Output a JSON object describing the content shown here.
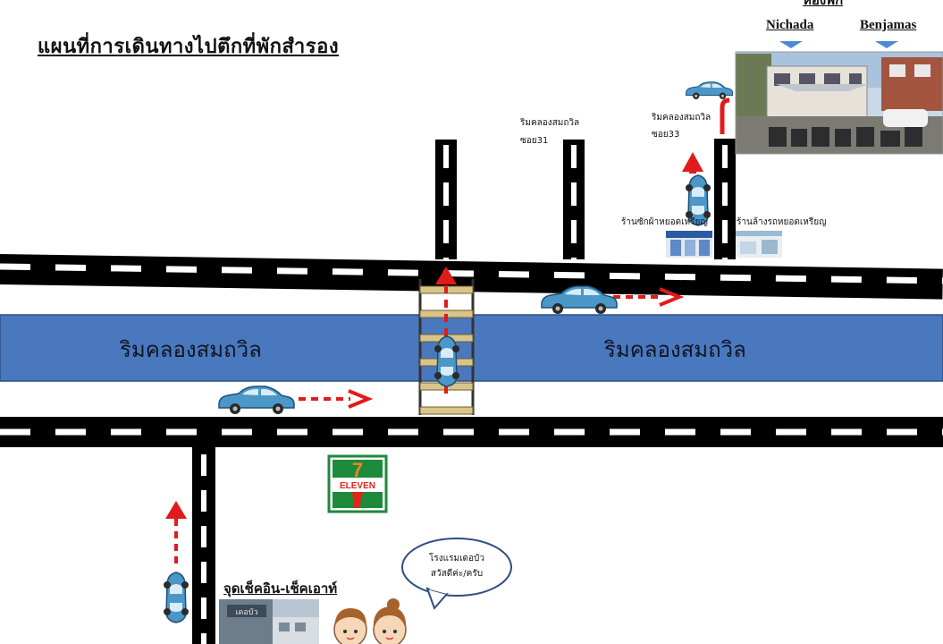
{
  "map": {
    "title": "แผนที่การเดินทางไปตึกที่พักสำรอง",
    "building_label": "ห้องพัก",
    "names": {
      "left": "Nichada",
      "right": "Benjamas"
    },
    "soi31": {
      "line1": "ริมคลองสมถวิล",
      "line2": "ซอย31"
    },
    "soi33": {
      "line1": "ริมคลองสมถวิล",
      "line2": "ซอย33"
    },
    "shops": {
      "left": "ร้านซักผ้าหยอดเหรียญ",
      "right": "ร้านล้างรถหยอดเหรียญ"
    },
    "canal": {
      "left": "ริมคลองสมถวิล",
      "right": "ริมคลองสมถวิล"
    },
    "store_logo": {
      "top": "7",
      "middle": "ELEVEN"
    },
    "checkin_label": "จุดเช็คอิน-เช็คเอาท์",
    "speech": {
      "line1": "โรงแรมเดอบัว",
      "line2": "สวัสดีค่ะ/ครับ"
    },
    "hotel_sign": "เดอบัว"
  },
  "colors": {
    "road": "#000000",
    "road_dash": "#ffffff",
    "canal": "#4a78bf",
    "bridge": "#d9c48a",
    "arrow": "#e01b1b",
    "car": "#4b97c8",
    "store_green": "#1d8a3c",
    "store_red": "#e1251b",
    "store_orange": "#f4831f"
  }
}
